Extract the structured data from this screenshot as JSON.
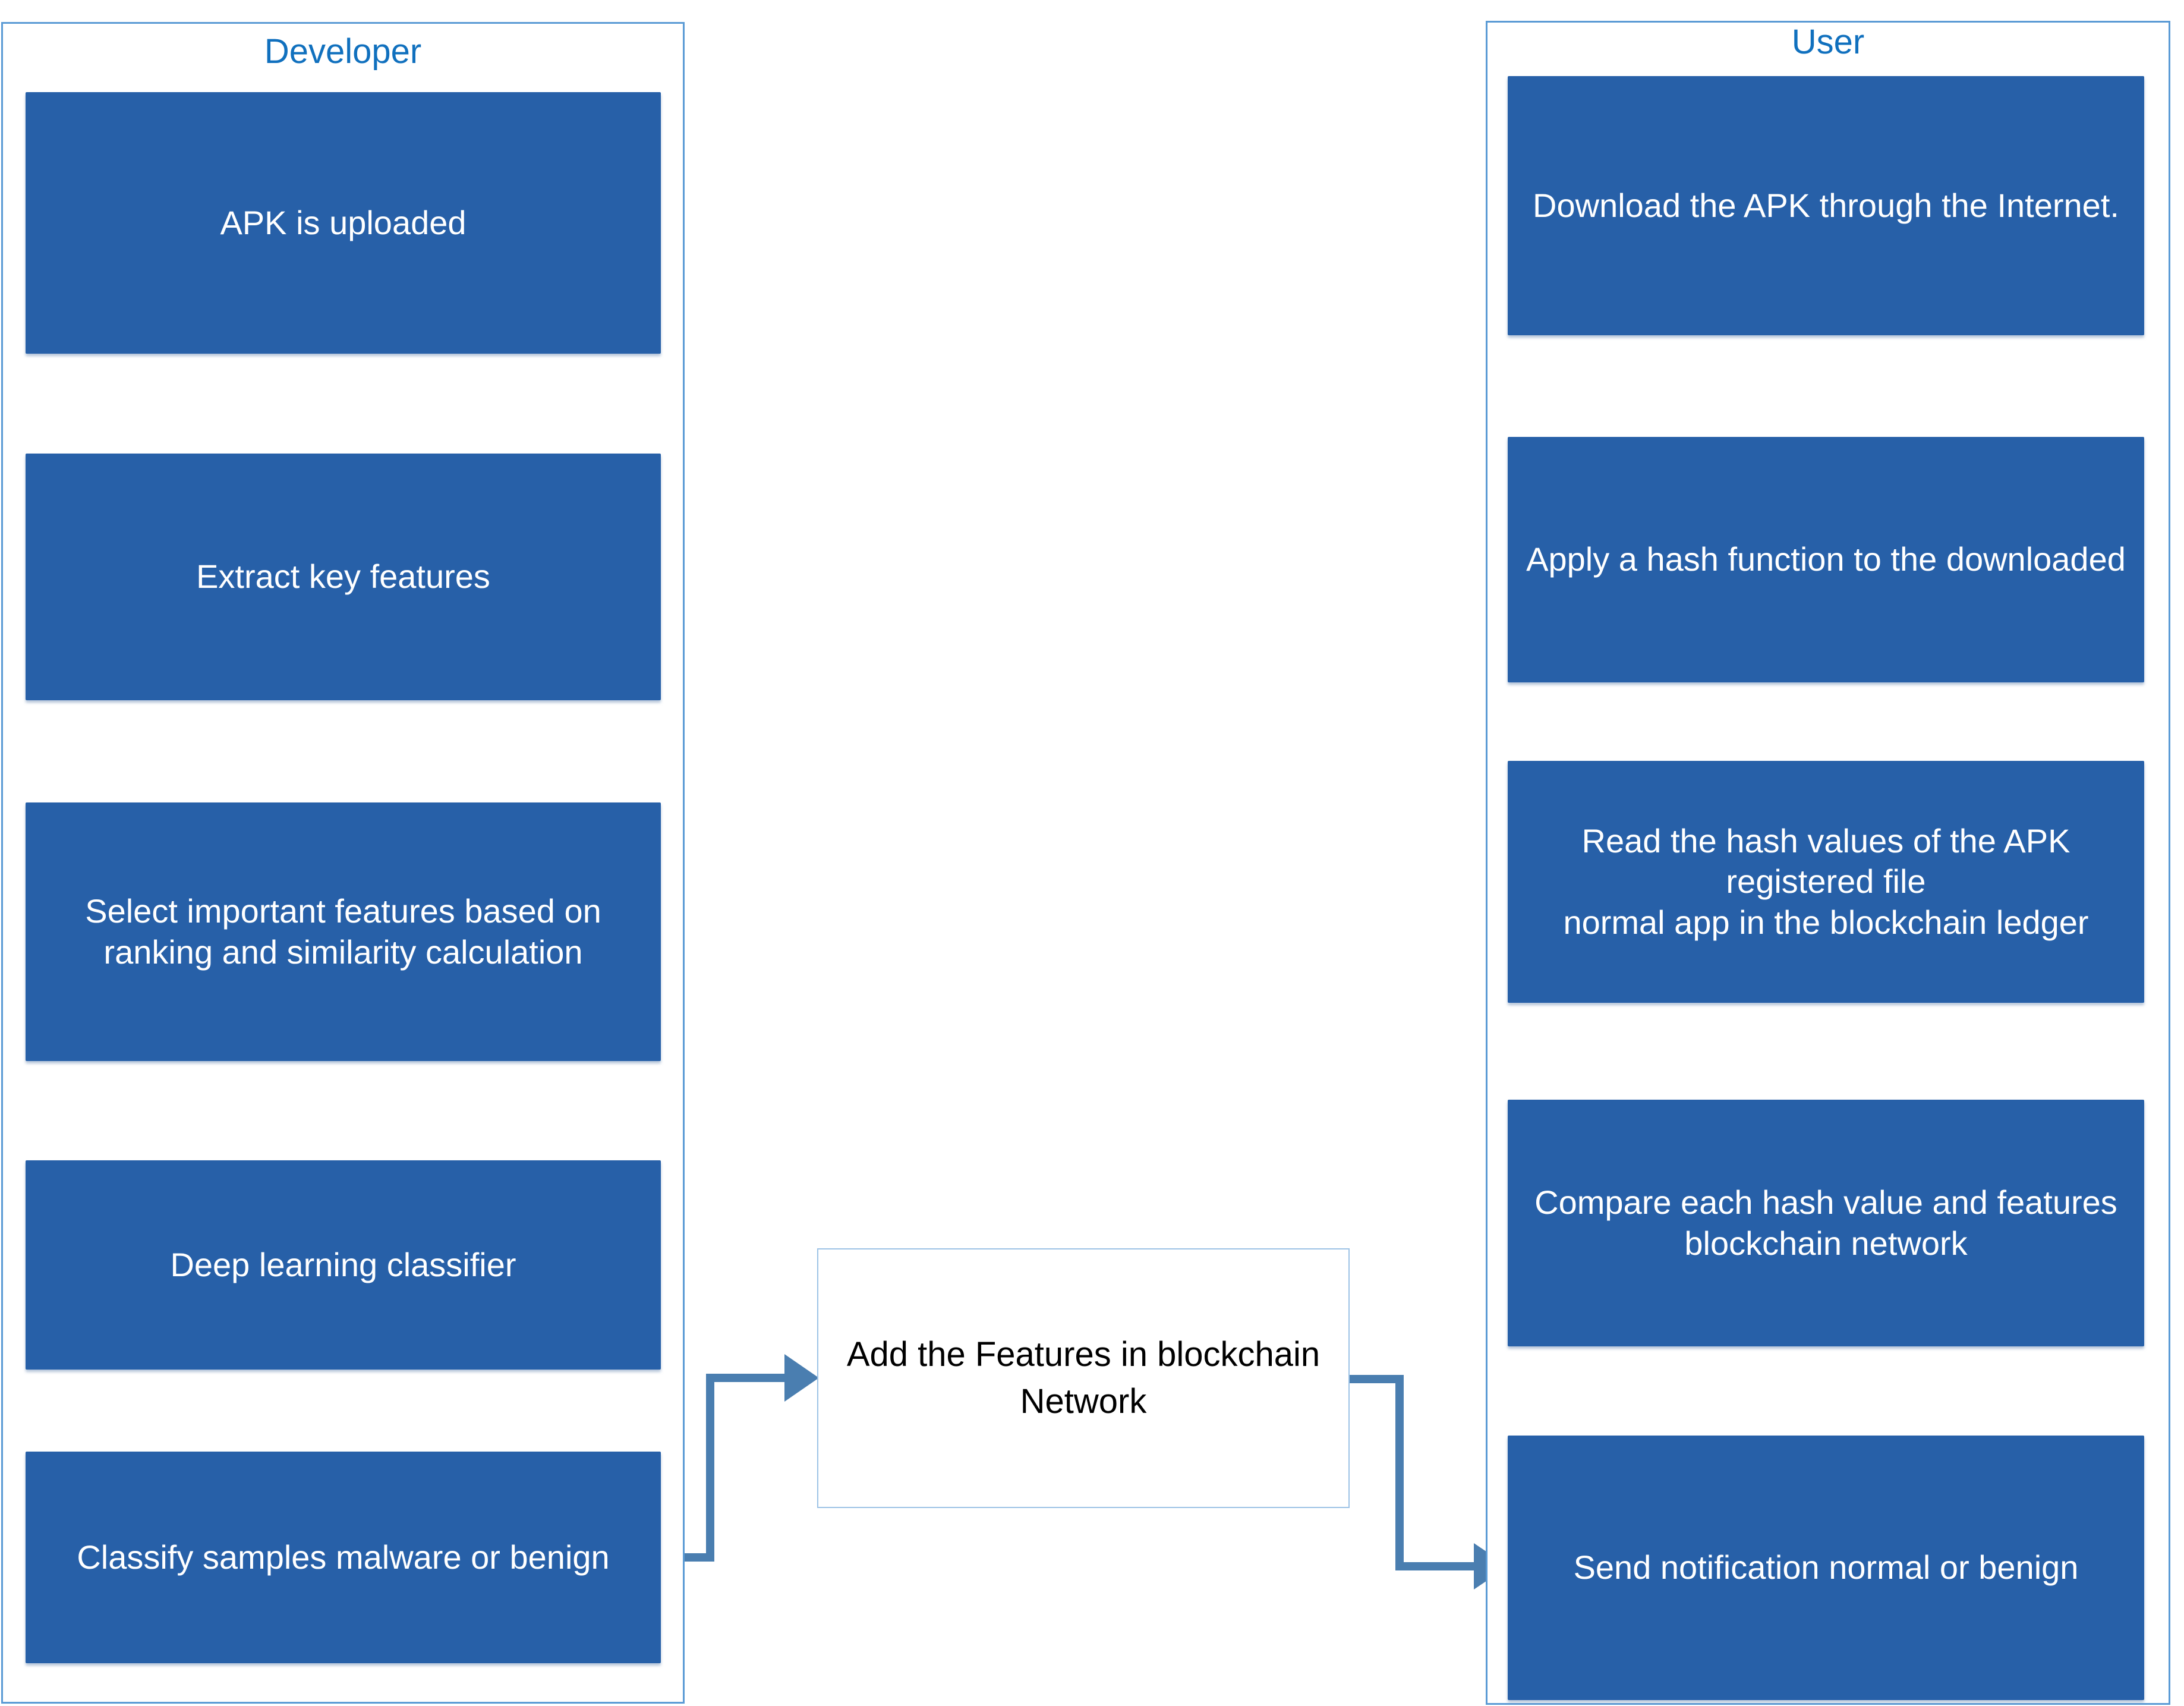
{
  "diagram": {
    "title_color": "#1070BE",
    "node_fill_color": "#2760A8",
    "node_text_color": "#FFFFFF",
    "connector_color": "#4A7EB0",
    "lane_border_color": "#5B9BD5",
    "background_color": "#FFFFFF"
  },
  "lanes": [
    {
      "id": "developer",
      "title": "Developer",
      "nodes": [
        {
          "id": "apk-upload",
          "label": "APK is uploaded"
        },
        {
          "id": "extract",
          "label": "Extract key features"
        },
        {
          "id": "select-features",
          "label": "Select important features based on  ranking and similarity calculation"
        },
        {
          "id": "deep-learning",
          "label": "Deep learning classifier"
        },
        {
          "id": "classify",
          "label": "Classify samples malware or benign"
        }
      ]
    },
    {
      "id": "user",
      "title": "User",
      "nodes": [
        {
          "id": "download-apk",
          "label": "Download the APK through the Internet."
        },
        {
          "id": "apply-hash",
          "label": "Apply a hash function to the downloaded"
        },
        {
          "id": "read-hash",
          "label": "Read the hash values of the APK registered file",
          "label2": "normal app in the blockchain ledger"
        },
        {
          "id": "compare-hash",
          "label": "Compare each hash value and features  blockchain network"
        },
        {
          "id": "send-notif",
          "label": "Send notification normal or benign"
        }
      ]
    }
  ],
  "middle": {
    "id": "add-features",
    "label": "Add the Features in blockchain Network"
  },
  "connectors": [
    {
      "from": "apk-upload",
      "to": "extract",
      "type": "vertical-arrow"
    },
    {
      "from": "extract",
      "to": "select-features",
      "type": "vertical-arrow"
    },
    {
      "from": "select-features",
      "to": "deep-learning",
      "type": "vertical-arrow"
    },
    {
      "from": "deep-learning",
      "to": "classify",
      "type": "vertical-arrow"
    },
    {
      "from": "classify",
      "to": "add-features",
      "type": "elbow-right-up"
    },
    {
      "from": "add-features",
      "to": "send-notif",
      "type": "elbow-right-down"
    },
    {
      "from": "download-apk",
      "to": "apply-hash",
      "type": "vertical-arrow"
    },
    {
      "from": "apply-hash",
      "to": "read-hash",
      "type": "vertical-arrow"
    },
    {
      "from": "read-hash",
      "to": "compare-hash",
      "type": "vertical-arrow"
    },
    {
      "from": "compare-hash",
      "to": "send-notif",
      "type": "vertical-arrow"
    }
  ]
}
